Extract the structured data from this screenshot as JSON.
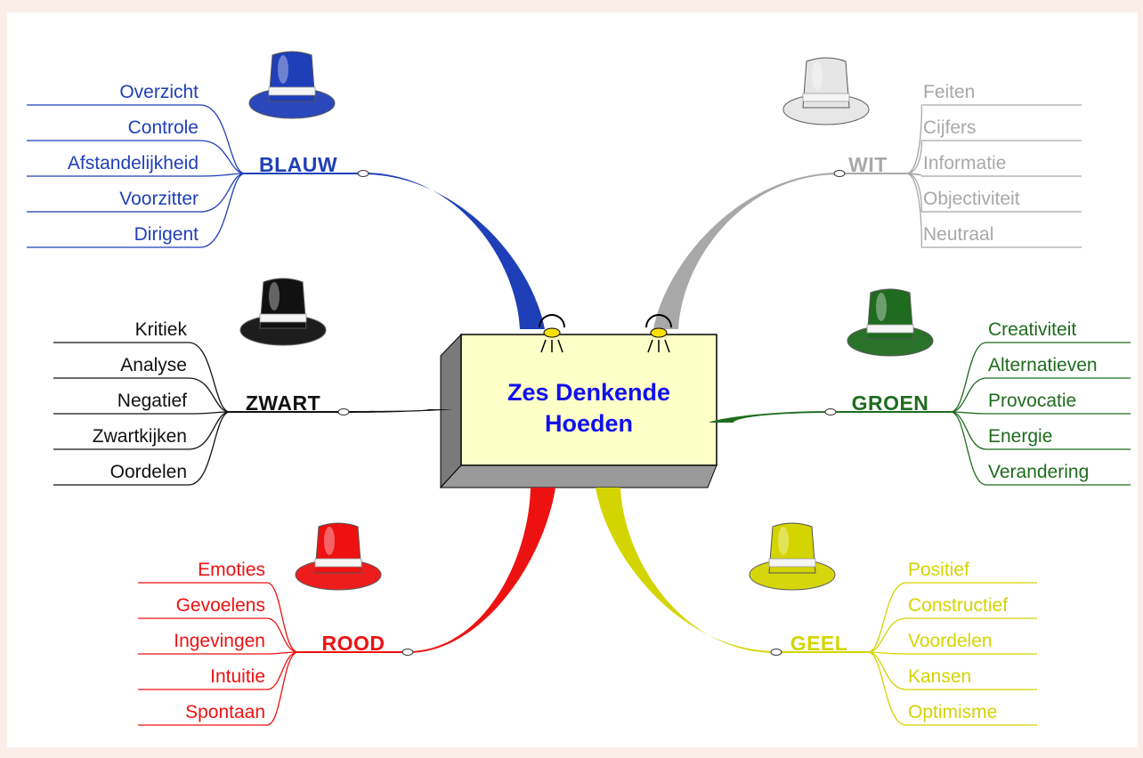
{
  "center": {
    "line1": "Zes Denkende",
    "line2": "Hoeden"
  },
  "branches": [
    {
      "key": "blauw",
      "label": "BLAUW",
      "color": "#1f3fb8",
      "hat_icon": "blue-hat-icon",
      "items": [
        "Overzicht",
        "Controle",
        "Afstandelijkheid",
        "Voorzitter",
        "Dirigent"
      ]
    },
    {
      "key": "wit",
      "label": "WIT",
      "color": "#a8a8a8",
      "hat_icon": "white-hat-icon",
      "items": [
        "Feiten",
        "Cijfers",
        "Informatie",
        "Objectiviteit",
        "Neutraal"
      ]
    },
    {
      "key": "zwart",
      "label": "ZWART",
      "color": "#111111",
      "hat_icon": "black-hat-icon",
      "items": [
        "Kritiek",
        "Analyse",
        "Negatief",
        "Zwartkijken",
        "Oordelen"
      ]
    },
    {
      "key": "groen",
      "label": "GROEN",
      "color": "#1f6b1f",
      "hat_icon": "green-hat-icon",
      "items": [
        "Creativiteit",
        "Alternatieven",
        "Provocatie",
        "Energie",
        "Verandering"
      ]
    },
    {
      "key": "rood",
      "label": "ROOD",
      "color": "#ee1111",
      "hat_icon": "red-hat-icon",
      "items": [
        "Emoties",
        "Gevoelens",
        "Ingevingen",
        "Intuitie",
        "Spontaan"
      ]
    },
    {
      "key": "geel",
      "label": "GEEL",
      "color": "#d4d400",
      "hat_icon": "yellow-hat-icon",
      "items": [
        "Positief",
        "Constructief",
        "Voordelen",
        "Kansen",
        "Optimisme"
      ]
    }
  ]
}
